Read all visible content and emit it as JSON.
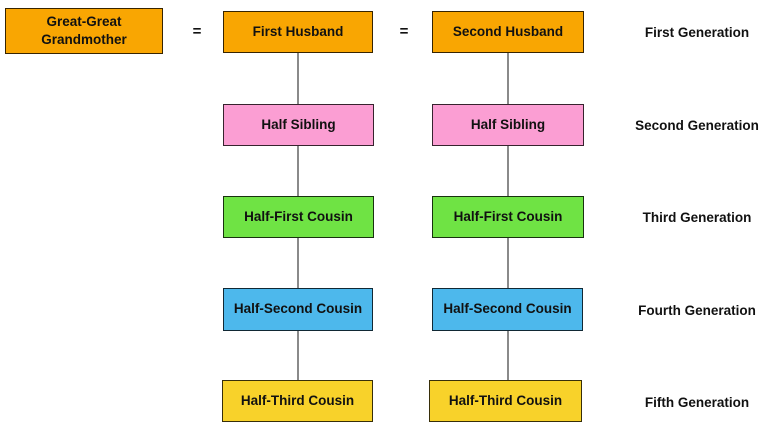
{
  "colors": {
    "orange": "#F9A602",
    "pink": "#FB9ED3",
    "green": "#6FE344",
    "blue": "#4DB8EC",
    "yellow": "#F8D22A",
    "connector": "#8A8A8A"
  },
  "nodes": {
    "grandmother": "Great-Great Grandmother",
    "first_husband": "First Husband",
    "second_husband": "Second Husband",
    "half_sibling": "Half Sibling",
    "half_first_cousin": "Half-First Cousin",
    "half_second_cousin": "Half-Second Cousin",
    "half_third_cousin": "Half-Third Cousin"
  },
  "marriage_symbol": "=",
  "generations": {
    "first": "First Generation",
    "second": "Second Generation",
    "third": "Third Generation",
    "fourth": "Fourth Generation",
    "fifth": "Fifth Generation"
  }
}
